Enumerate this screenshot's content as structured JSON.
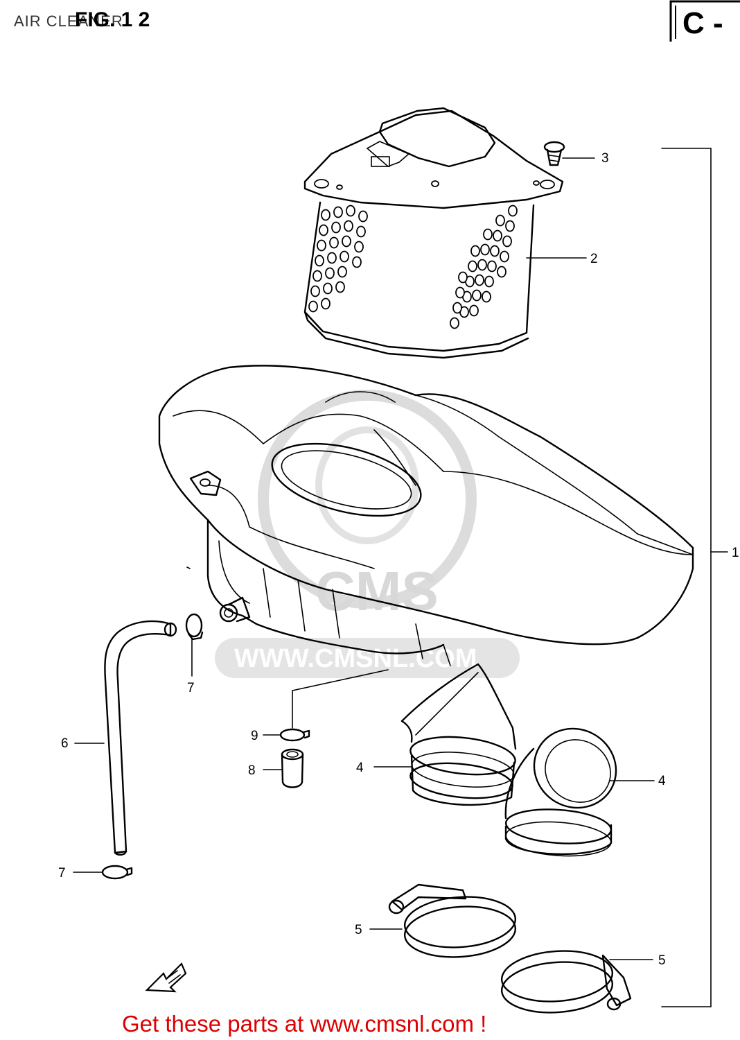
{
  "header": {
    "subtitle": "AIR CLEANER",
    "figure": "FIG. 1 2",
    "section_tab": "C -"
  },
  "watermark": {
    "brand": "CMS",
    "url": "WWW.CMSNL.COM"
  },
  "callouts": [
    {
      "id": "1",
      "text": "1"
    },
    {
      "id": "2",
      "text": "2"
    },
    {
      "id": "3",
      "text": "3"
    },
    {
      "id": "4a",
      "text": "4"
    },
    {
      "id": "4b",
      "text": "4"
    },
    {
      "id": "5a",
      "text": "5"
    },
    {
      "id": "5b",
      "text": "5"
    },
    {
      "id": "6",
      "text": "6"
    },
    {
      "id": "7a",
      "text": "7"
    },
    {
      "id": "7b",
      "text": "7"
    },
    {
      "id": "8",
      "text": "8"
    },
    {
      "id": "9",
      "text": "9"
    }
  ],
  "footer": {
    "text": "Get these parts at www.cmsnl.com !"
  },
  "colors": {
    "footer_text": "#dd0000",
    "line_art": "#000000",
    "watermark": "#d8d8d8"
  }
}
